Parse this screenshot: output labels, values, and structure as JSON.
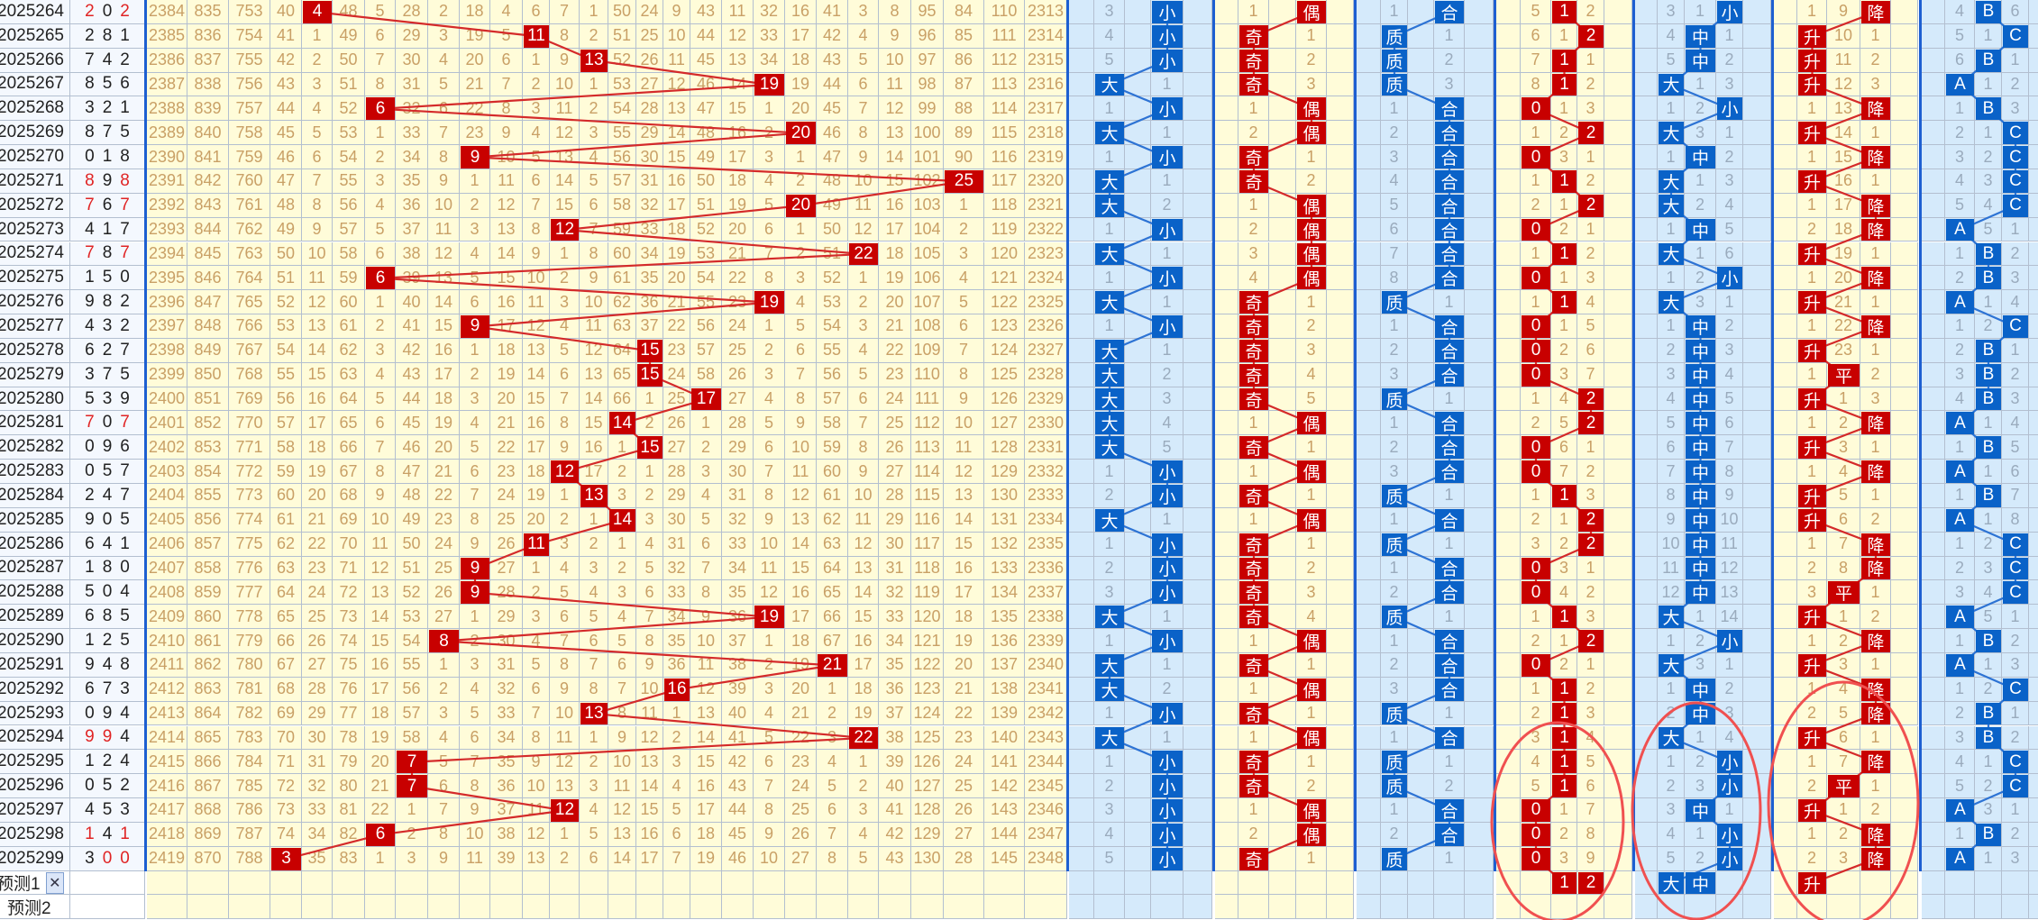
{
  "rows": [
    {
      "issue": "2025264",
      "digits": "202",
      "sum": 4
    },
    {
      "issue": "2025265",
      "digits": "281",
      "sum": 11
    },
    {
      "issue": "2025266",
      "digits": "742",
      "sum": 13
    },
    {
      "issue": "2025267",
      "digits": "856",
      "sum": 19
    },
    {
      "issue": "2025268",
      "digits": "321",
      "sum": 6
    },
    {
      "issue": "2025269",
      "digits": "875",
      "sum": 20
    },
    {
      "issue": "2025270",
      "digits": "018",
      "sum": 9
    },
    {
      "issue": "2025271",
      "digits": "898",
      "sum": 25
    },
    {
      "issue": "2025272",
      "digits": "767",
      "sum": 20
    },
    {
      "issue": "2025273",
      "digits": "417",
      "sum": 12
    },
    {
      "issue": "2025274",
      "digits": "787",
      "sum": 22
    },
    {
      "issue": "2025275",
      "digits": "150",
      "sum": 6
    },
    {
      "issue": "2025276",
      "digits": "982",
      "sum": 19
    },
    {
      "issue": "2025277",
      "digits": "432",
      "sum": 9
    },
    {
      "issue": "2025278",
      "digits": "627",
      "sum": 15
    },
    {
      "issue": "2025279",
      "digits": "375",
      "sum": 15
    },
    {
      "issue": "2025280",
      "digits": "539",
      "sum": 17
    },
    {
      "issue": "2025281",
      "digits": "707",
      "sum": 14
    },
    {
      "issue": "2025282",
      "digits": "096",
      "sum": 15
    },
    {
      "issue": "2025283",
      "digits": "057",
      "sum": 12
    },
    {
      "issue": "2025284",
      "digits": "247",
      "sum": 13
    },
    {
      "issue": "2025285",
      "digits": "905",
      "sum": 14
    },
    {
      "issue": "2025286",
      "digits": "641",
      "sum": 11
    },
    {
      "issue": "2025287",
      "digits": "180",
      "sum": 9
    },
    {
      "issue": "2025288",
      "digits": "504",
      "sum": 9
    },
    {
      "issue": "2025289",
      "digits": "685",
      "sum": 19
    },
    {
      "issue": "2025290",
      "digits": "125",
      "sum": 8
    },
    {
      "issue": "2025291",
      "digits": "948",
      "sum": 21
    },
    {
      "issue": "2025292",
      "digits": "673",
      "sum": 16
    },
    {
      "issue": "2025293",
      "digits": "094",
      "sum": 13
    },
    {
      "issue": "2025294",
      "digits": "994",
      "sum": 22
    },
    {
      "issue": "2025295",
      "digits": "124",
      "sum": 7
    },
    {
      "issue": "2025296",
      "digits": "052",
      "sum": 7
    },
    {
      "issue": "2025297",
      "digits": "453",
      "sum": 12
    },
    {
      "issue": "2025298",
      "digits": "141",
      "sum": 6
    },
    {
      "issue": "2025299",
      "digits": "300",
      "sum": 3
    }
  ],
  "sum_grid": {
    "first_row_omission": [
      2384,
      835,
      753,
      40,
      0,
      48,
      5,
      28,
      2,
      18,
      4,
      6,
      7,
      1,
      50,
      24,
      9,
      43,
      11,
      32,
      16,
      41,
      3,
      8,
      95,
      84,
      110,
      2313
    ]
  },
  "panels": [
    {
      "id": "big-small",
      "categories": [
        "大",
        "小"
      ],
      "first_row_omission": [
        3,
        0
      ],
      "hits": "小小小大小大小大大小大小大小大大大大大小小大小小小大小大大小大小小小小小",
      "predicted": []
    },
    {
      "id": "odd-even",
      "categories": [
        "奇",
        "偶"
      ],
      "first_row_omission": [
        1,
        0
      ],
      "hits": "偶奇奇奇偶偶奇奇偶偶偶偶奇奇奇奇奇偶奇偶奇偶奇奇奇奇偶奇偶奇偶奇奇偶偶奇",
      "predicted": []
    },
    {
      "id": "prime-composite",
      "categories": [
        "质",
        "合"
      ],
      "first_row_omission": [
        1,
        0
      ],
      "hits": "合质质质合合合合合合合合质合合合质合合合质合质合合质合合合质合质质合合质",
      "predicted": []
    },
    {
      "id": "mod3-road",
      "categories": [
        "0",
        "1",
        "2"
      ],
      "first_row_omission": [
        5,
        0,
        2
      ],
      "hits": "121102012010100022001220012011111000",
      "predicted": [
        "1",
        "2"
      ]
    },
    {
      "id": "big-mid-small",
      "categories": [
        "大",
        "中",
        "小"
      ],
      "first_row_omission": [
        3,
        1,
        0
      ],
      "hits": "小中中大小大中大大中大小大中中中中中中中中中中中中大小大中中大小小中小小",
      "predicted": [
        "大",
        "中"
      ]
    },
    {
      "id": "rise-flat-fall",
      "categories": [
        "升",
        "平",
        "降"
      ],
      "first_row_omission": [
        1,
        9,
        0
      ],
      "hits": "降升升升降升降升降降升降升降升平升降升降升升降降平升降升降降升降平升降降",
      "predicted": [
        "升"
      ]
    },
    {
      "id": "abc",
      "categories": [
        "A",
        "B",
        "C"
      ],
      "first_row_omission": [
        4,
        0,
        6
      ],
      "hits": "BCBABCCCCABBACBBBABABACCCABACBBCCABA",
      "predicted": []
    }
  ],
  "prediction_rows": [
    {
      "label": "预测1",
      "close": "✕"
    },
    {
      "label": "预测2"
    }
  ],
  "colors": {
    "hit_red": "#c80000",
    "hit_blue": "#0a62c8",
    "repeat_digit": "#e02424",
    "annotation": "#f05050"
  }
}
